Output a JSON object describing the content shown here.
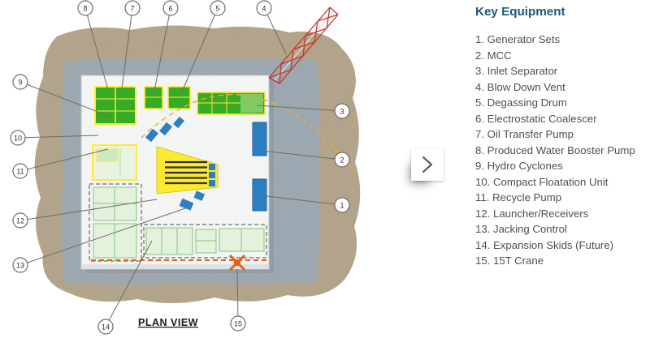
{
  "legend": {
    "title": "Key Equipment",
    "items": [
      "1. Generator Sets",
      "2. MCC",
      "3. Inlet Separator",
      "4. Blow Down Vent",
      "5. Degassing Drum",
      "6. Electrostatic Coalescer",
      "7. Oil Transfer Pump",
      "8. Produced Water Booster Pump",
      "9. Hydro Cyclones",
      "10. Compact Floatation Unit",
      "11. Recycle Pump",
      "12. Launcher/Receivers",
      "13. Jacking Control",
      "14. Expansion Skids (Future)",
      "15. 15T Crane"
    ]
  },
  "diagram": {
    "caption": "PLAN VIEW",
    "callouts": [
      "1",
      "2",
      "3",
      "4",
      "5",
      "6",
      "7",
      "8",
      "9",
      "10",
      "11",
      "12",
      "13",
      "14",
      "15"
    ]
  },
  "carousel": {
    "next_icon": "chevron-right"
  },
  "colors": {
    "heading_blue": "#19577d",
    "body_text": "#4f4f4f",
    "equipment_green": "#38ab24",
    "equipment_light_green": "#e4f2dc",
    "equipment_yellow": "#fbea2f",
    "equipment_blue": "#2e7fc0",
    "crane_orange": "#e2621b",
    "flare_red": "#c4372b",
    "sand_tan": "#b2a489",
    "pad_gray": "#9ba6af"
  }
}
